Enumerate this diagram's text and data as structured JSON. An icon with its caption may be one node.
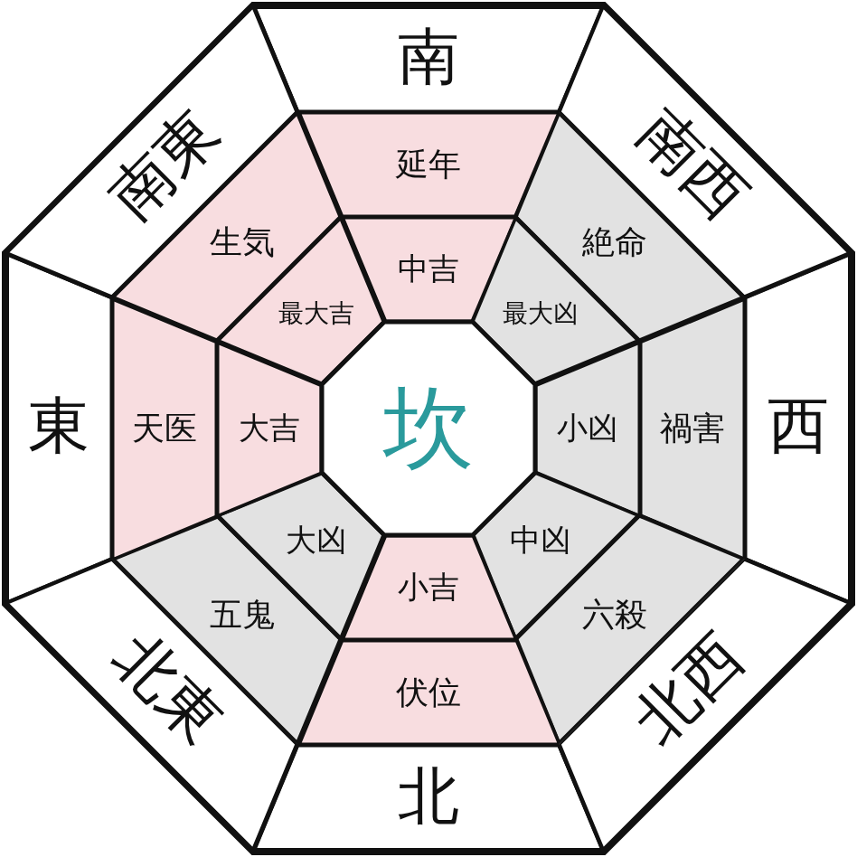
{
  "diagram": {
    "nodes": [
      {
        "text": [
          "南"
        ]
      },
      {
        "text": [
          "南西"
        ]
      },
      {
        "text": [
          "西"
        ]
      },
      {
        "text": [
          "北西"
        ]
      },
      {
        "text": [
          "北"
        ]
      },
      {
        "text": [
          "北東"
        ]
      },
      {
        "text": [
          "東"
        ]
      },
      {
        "text": [
          "南東"
        ]
      },
      {
        "text": [
          "延年"
        ]
      },
      {
        "text": [
          "絶命"
        ]
      },
      {
        "text": [
          "禍害"
        ]
      },
      {
        "text": [
          "六殺"
        ]
      },
      {
        "text": [
          "伏位"
        ]
      },
      {
        "text": [
          "五鬼"
        ]
      },
      {
        "text": [
          "天医"
        ]
      },
      {
        "text": [
          "生気"
        ]
      },
      {
        "text": [
          "中吉"
        ]
      },
      {
        "text": [
          "最大凶"
        ]
      },
      {
        "text": [
          "小凶"
        ]
      },
      {
        "text": [
          "中凶"
        ]
      },
      {
        "text": [
          "小吉"
        ]
      },
      {
        "text": [
          "大凶"
        ]
      },
      {
        "text": [
          "大吉"
        ]
      },
      {
        "text": [
          "最大吉"
        ]
      },
      {
        "text": [
          "坎"
        ]
      }
    ]
  }
}
